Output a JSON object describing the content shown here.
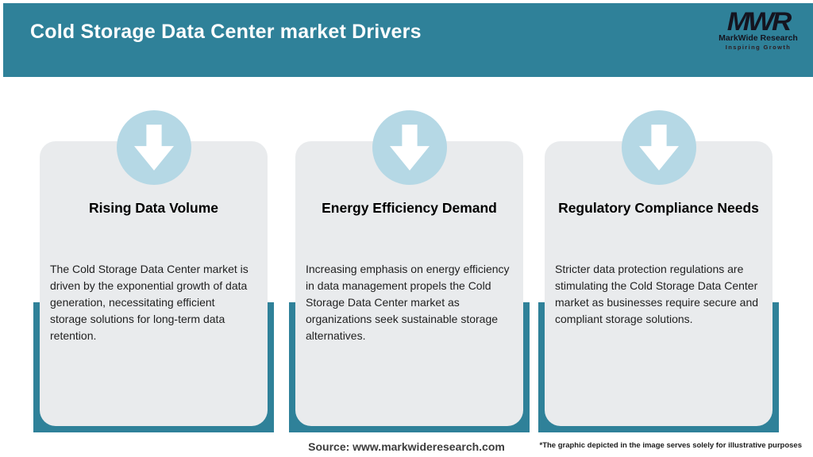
{
  "colors": {
    "teal": "#2f8199",
    "circle_blue": "#b5d8e5",
    "card_gray": "#e9ebed",
    "title_text": "#ffffff",
    "body_text": "#1f1f1f",
    "logo_dark": "#14141f"
  },
  "header": {
    "title": "Cold Storage Data Center market Drivers",
    "logo": {
      "monogram": "MWR",
      "name": "MarkWide Research",
      "tagline": "Inspiring Growth"
    }
  },
  "cards": [
    {
      "icon": "down-arrow-icon",
      "title": "Rising Data Volume",
      "body": "The Cold Storage Data Center market is\ndriven by the exponential growth of data\ngeneration, necessitating efficient\nstorage solutions for long-term data\nretention."
    },
    {
      "icon": "down-arrow-icon",
      "title": "Energy Efficiency Demand",
      "body": "Increasing emphasis on energy efficiency\nin data management propels the Cold\nStorage Data Center market as\norganizations seek sustainable storage\nalternatives."
    },
    {
      "icon": "down-arrow-icon",
      "title": "Regulatory Compliance Needs",
      "body": "Stricter data protection regulations are\nstimulating the Cold Storage Data Center\nmarket as businesses require secure and\ncompliant storage solutions."
    }
  ],
  "footer": {
    "source": "Source: www.markwideresearch.com",
    "disclaimer": "*The graphic depicted in the image serves solely for illustrative purposes"
  }
}
